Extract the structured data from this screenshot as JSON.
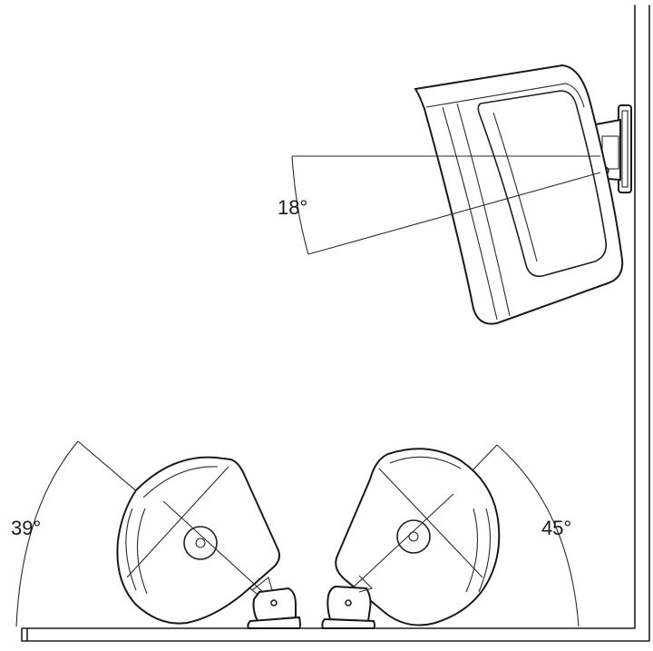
{
  "diagram": {
    "angles": {
      "wall_speaker_tilt": "18°",
      "left_speaker_tilt": "39°",
      "right_speaker_tilt": "45°"
    },
    "colors": {
      "line": "#1a1a1a",
      "background": "#ffffff"
    }
  }
}
